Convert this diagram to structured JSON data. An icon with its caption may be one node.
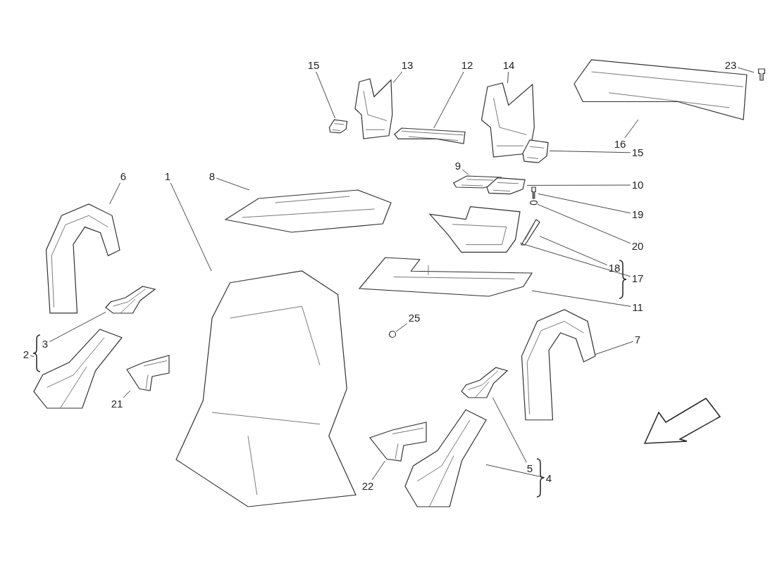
{
  "diagram": {
    "nodes": [
      {
        "text": [
          "15"
        ]
      },
      {
        "text": [
          "13"
        ]
      },
      {
        "text": [
          "12"
        ]
      },
      {
        "text": [
          "14"
        ]
      },
      {
        "text": [
          "23"
        ]
      },
      {
        "text": [
          "16"
        ]
      },
      {
        "text": [
          "15"
        ]
      },
      {
        "text": [
          "9"
        ]
      },
      {
        "text": [
          "6"
        ]
      },
      {
        "text": [
          "1"
        ]
      },
      {
        "text": [
          "8"
        ]
      },
      {
        "text": [
          "10"
        ]
      },
      {
        "text": [
          "19"
        ]
      },
      {
        "text": [
          "20"
        ]
      },
      {
        "text": [
          "18"
        ]
      },
      {
        "text": [
          "17"
        ]
      },
      {
        "text": [
          "11"
        ]
      },
      {
        "text": [
          "25"
        ]
      },
      {
        "text": [
          "7"
        ]
      },
      {
        "text": [
          "3"
        ]
      },
      {
        "text": [
          "2"
        ]
      },
      {
        "text": [
          "21"
        ]
      },
      {
        "text": [
          "5"
        ]
      },
      {
        "text": [
          "4"
        ]
      },
      {
        "text": [
          "22"
        ]
      },
      {
        "text": [],
        "shape": "picture"
      },
      {
        "text": [],
        "shape": "picture"
      },
      {
        "text": [],
        "shape": "picture"
      },
      {
        "text": [],
        "shape": "picture"
      },
      {
        "text": [],
        "shape": "picture"
      },
      {
        "text": [],
        "shape": "picture"
      },
      {
        "text": [],
        "shape": "picture"
      },
      {
        "text": [],
        "shape": "picture"
      },
      {
        "text": [],
        "shape": "picture"
      },
      {
        "text": [],
        "shape": "picture"
      },
      {
        "text": [],
        "shape": "picture"
      },
      {
        "text": [],
        "shape": "picture"
      },
      {
        "text": [],
        "shape": "picture"
      },
      {
        "text": [],
        "shape": "circle"
      },
      {
        "text": [],
        "shape": "picture"
      },
      {
        "text": [],
        "shape": "picture"
      },
      {
        "text": [],
        "shape": "picture"
      },
      {
        "text": [],
        "shape": "circle"
      },
      {
        "text": [],
        "shape": "picture"
      },
      {
        "text": [],
        "shape": "picture"
      },
      {
        "text": [],
        "shape": "picture"
      },
      {
        "text": [],
        "shape": "picture"
      },
      {
        "text": [],
        "shape": "picture"
      },
      {
        "text": [],
        "shape": "picture"
      },
      {
        "text": [],
        "shape": "picture"
      }
    ],
    "edges": [
      {
        "from": 0,
        "to": 25,
        "arrow": "none"
      },
      {
        "from": 1,
        "to": 26,
        "arrow": "none"
      },
      {
        "from": 2,
        "to": 27,
        "arrow": "none"
      },
      {
        "from": 3,
        "to": 28,
        "arrow": "none"
      },
      {
        "from": 4,
        "to": 29,
        "arrow": "none"
      },
      {
        "from": 5,
        "to": 30,
        "arrow": "none"
      },
      {
        "from": 6,
        "to": 31,
        "arrow": "none"
      },
      {
        "from": 7,
        "to": 32,
        "arrow": "none"
      },
      {
        "from": 8,
        "to": 33,
        "arrow": "none"
      },
      {
        "from": 9,
        "to": 34,
        "arrow": "none"
      },
      {
        "from": 10,
        "to": 35,
        "arrow": "none"
      },
      {
        "from": 11,
        "to": 36,
        "arrow": "none"
      },
      {
        "from": 12,
        "to": 37,
        "arrow": "none"
      },
      {
        "from": 13,
        "to": 38,
        "arrow": "none"
      },
      {
        "from": 14,
        "to": 40,
        "arrow": "none"
      },
      {
        "from": 15,
        "to": 39,
        "arrow": "none"
      },
      {
        "from": 16,
        "to": 41,
        "arrow": "none"
      },
      {
        "from": 17,
        "to": 42,
        "arrow": "none"
      },
      {
        "from": 18,
        "to": 43,
        "arrow": "none"
      },
      {
        "from": 19,
        "to": 44,
        "arrow": "none"
      },
      {
        "from": 20,
        "to": 45,
        "arrow": "none"
      },
      {
        "from": 21,
        "to": 46,
        "arrow": "none"
      },
      {
        "from": 22,
        "to": 47,
        "arrow": "none"
      },
      {
        "from": 23,
        "to": 48,
        "arrow": "none"
      },
      {
        "from": 24,
        "to": 49,
        "arrow": "none"
      }
    ]
  }
}
